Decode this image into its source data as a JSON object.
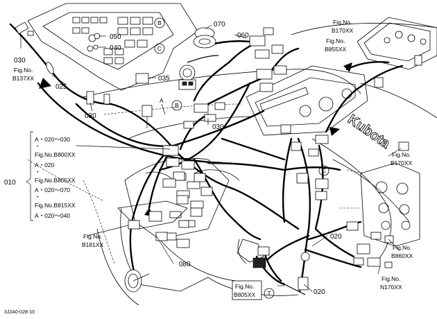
{
  "parts": {
    "p030a": "030",
    "p030b": "030",
    "p030c": "030",
    "p025": "025",
    "p050": "050",
    "p040": "040",
    "p035": "035",
    "p070": "070",
    "p060": "060",
    "p080": "080",
    "p020a": "020",
    "p020b": "020"
  },
  "markers": {
    "b_top": "B",
    "c_top": "C",
    "b_mid": "B",
    "c_right": "C",
    "t_bottom": "T",
    "a_mid": "A"
  },
  "fig_labels": {
    "b137": {
      "line1": "Fig.No.",
      "line2": "B137XX"
    },
    "b170_top": {
      "line1": "Fig.No.",
      "line2": "B170XX"
    },
    "b855": {
      "line1": "Fig.No.",
      "line2": "B855XX"
    },
    "b170_right": {
      "line1": "Fig.No.",
      "line2": "B170XX"
    },
    "b181": {
      "line1": "Fig.No.",
      "line2": "B181XX"
    },
    "b860": {
      "line1": "Fig.No.",
      "line2": "B860XX"
    },
    "n170": {
      "line1": "Fig.No.",
      "line2": "N170XX"
    },
    "b805": {
      "line1": "Fig.No.",
      "line2": "B805XX"
    }
  },
  "legend": {
    "item_no": "010",
    "rows": [
      "A・020〜030",
      "・",
      "Fig.No.B800XX",
      "A・020",
      "・",
      "Fig.No.B805XX",
      "A・020〜070",
      "・",
      "Fig.No.B815XX",
      "A・020〜040"
    ]
  },
  "brand": "Kubota",
  "drawing_code": "3J2A0-028-10"
}
